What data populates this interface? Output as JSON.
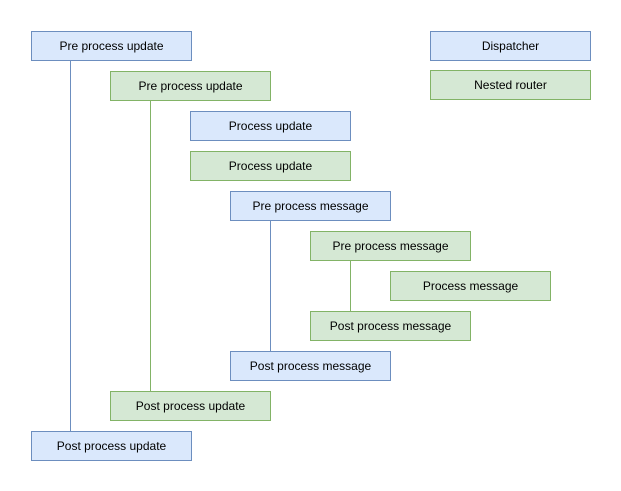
{
  "colors": {
    "background": "#ffffff",
    "text": "#000000",
    "dispatcher_fill": "#dae8fc",
    "dispatcher_stroke": "#6c8ebf",
    "router_fill": "#d5e8d4",
    "router_stroke": "#82b366"
  },
  "legend": [
    {
      "label": "Dispatcher",
      "owner": "dispatcher"
    },
    {
      "label": "Nested router",
      "owner": "router"
    }
  ],
  "nodes": [
    {
      "label": "Pre process update",
      "owner": "dispatcher"
    },
    {
      "label": "Pre process update",
      "owner": "router"
    },
    {
      "label": "Process update",
      "owner": "dispatcher"
    },
    {
      "label": "Process update",
      "owner": "router"
    },
    {
      "label": "Pre process message",
      "owner": "dispatcher"
    },
    {
      "label": "Pre process message",
      "owner": "router"
    },
    {
      "label": "Process message",
      "owner": "router"
    },
    {
      "label": "Post process message",
      "owner": "router"
    },
    {
      "label": "Post process message",
      "owner": "dispatcher"
    },
    {
      "label": "Post process update",
      "owner": "router"
    },
    {
      "label": "Post process update",
      "owner": "dispatcher"
    }
  ]
}
